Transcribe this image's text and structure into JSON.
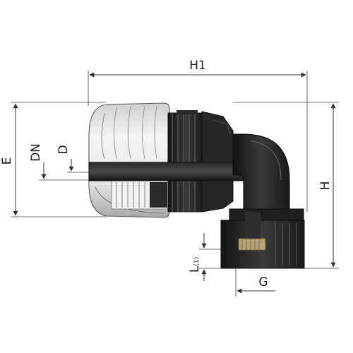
{
  "drawing": {
    "title": "",
    "dimensions": {
      "h1": "H1",
      "h": "H",
      "e": "E",
      "dn": "DN",
      "d": "D",
      "l": "L",
      "l_sub": "(1)",
      "g": "G"
    },
    "colors": {
      "body_dark": "#1c1c1c",
      "body_mid": "#3a3a3a",
      "nut_light": "#e8e8e8",
      "nut_shadow": "#9a9a9a",
      "thread_gold": "#b7a37a",
      "dim": "#333333"
    }
  }
}
